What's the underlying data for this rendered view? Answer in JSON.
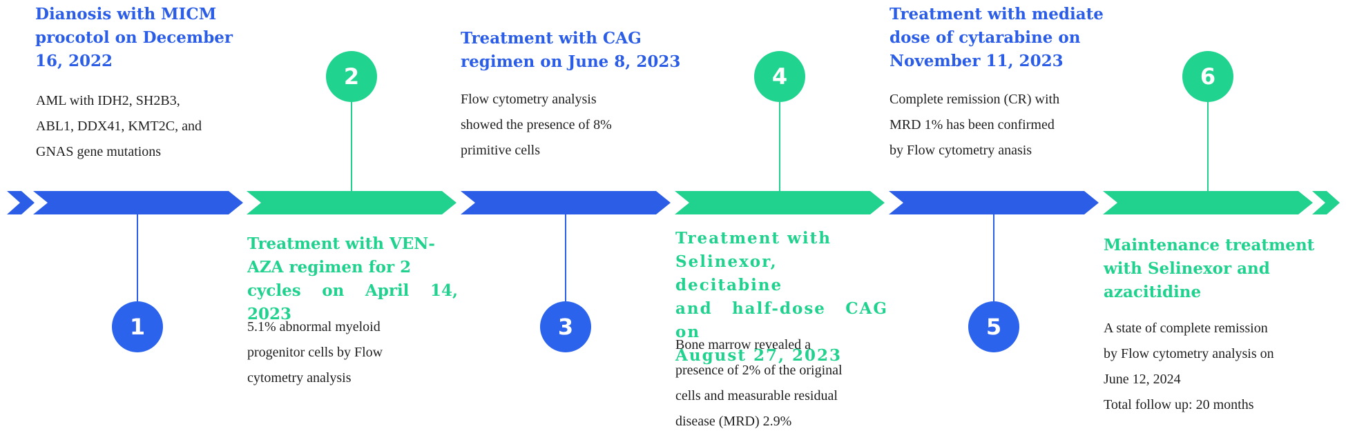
{
  "colors": {
    "blue": "#2b5de6",
    "green": "#21d18e",
    "text": "#1e1e1e"
  },
  "steps": [
    {
      "number": "1",
      "title": "Dianosis with MICM procotol on December 16, 2022",
      "title_lines": [
        "Dianosis with MICM",
        "procotol on December",
        "16, 2022"
      ],
      "description_lines": [
        "AML with IDH2, SH2B3,",
        "ABL1, DDX41, KMT2C, and",
        "GNAS gene mutations"
      ]
    },
    {
      "number": "2",
      "title": "Treatment with VEN-AZA regimen for 2 cycles on April 14, 2023",
      "title_lines": [
        "Treatment with VEN-",
        "AZA regimen for 2",
        "cycles on April 14, 2023"
      ],
      "description_lines": [
        "5.1% abnormal myeloid",
        "progenitor cells by Flow",
        "cytometry analysis"
      ]
    },
    {
      "number": "3",
      "title": "Treatment with CAG regimen on June 8, 2023",
      "title_lines": [
        "Treatment with CAG",
        "regimen on June 8, 2023"
      ],
      "description_lines": [
        "Flow cytometry analysis",
        "showed the presence of 8%",
        "primitive cells"
      ]
    },
    {
      "number": "4",
      "title": "Treatment with Selinexor, decitabine and half-dose CAG on August 27, 2023",
      "title_lines": [
        "Treatment with",
        "Selinexor, decitabine",
        "and half-dose CAG on",
        "August 27, 2023"
      ],
      "description_lines": [
        "Bone marrow revealed a",
        "presence of 2% of the original",
        "cells and measurable residual",
        "disease (MRD) 2.9%"
      ]
    },
    {
      "number": "5",
      "title": "Treatment with mediate dose of cytarabine on November 11, 2023",
      "title_lines": [
        "Treatment with mediate",
        "dose of cytarabine on",
        "November 11, 2023"
      ],
      "description_lines": [
        "Complete remission (CR) with",
        "MRD 1% has been confirmed",
        "by Flow cytometry anasis"
      ]
    },
    {
      "number": "6",
      "title": "Maintenance treatment with Selinexor and azacitidine",
      "title_lines": [
        "Maintenance treatment",
        "with Selinexor and",
        "azacitidine"
      ],
      "description_lines": [
        "A state of complete remission",
        "by Flow cytometry analysis on",
        "June 12, 2024",
        "Total follow up: 20 months"
      ]
    }
  ]
}
